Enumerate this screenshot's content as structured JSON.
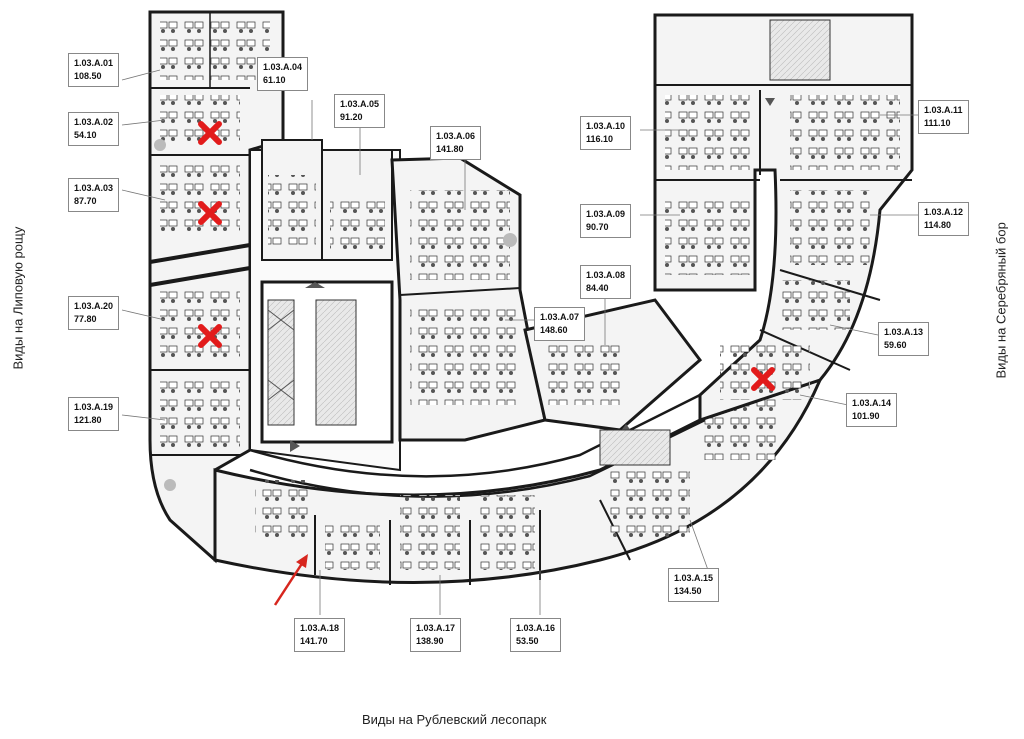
{
  "views": {
    "left": "Виды на Липовую рощу",
    "right": "Виды на Серебряный бор",
    "bottom": "Виды на Рублевский лесопарк"
  },
  "units": [
    {
      "code": "1.03.A.01",
      "area": "108.50",
      "sold": false
    },
    {
      "code": "1.03.A.02",
      "area": "54.10",
      "sold": true
    },
    {
      "code": "1.03.A.03",
      "area": "87.70",
      "sold": true
    },
    {
      "code": "1.03.A.20",
      "area": "77.80",
      "sold": true
    },
    {
      "code": "1.03.A.19",
      "area": "121.80",
      "sold": false
    },
    {
      "code": "1.03.A.04",
      "area": "61.10",
      "sold": false
    },
    {
      "code": "1.03.A.05",
      "area": "91.20",
      "sold": false
    },
    {
      "code": "1.03.A.06",
      "area": "141.80",
      "sold": false
    },
    {
      "code": "1.03.A.07",
      "area": "148.60",
      "sold": false
    },
    {
      "code": "1.03.A.08",
      "area": "84.40",
      "sold": false
    },
    {
      "code": "1.03.A.09",
      "area": "90.70",
      "sold": false
    },
    {
      "code": "1.03.A.10",
      "area": "116.10",
      "sold": false
    },
    {
      "code": "1.03.A.11",
      "area": "111.10",
      "sold": false
    },
    {
      "code": "1.03.A.12",
      "area": "114.80",
      "sold": false
    },
    {
      "code": "1.03.A.13",
      "area": "59.60",
      "sold": false
    },
    {
      "code": "1.03.A.14",
      "area": "101.90",
      "sold": true
    },
    {
      "code": "1.03.A.15",
      "area": "134.50",
      "sold": false
    },
    {
      "code": "1.03.A.16",
      "area": "53.50",
      "sold": false
    },
    {
      "code": "1.03.A.17",
      "area": "138.90",
      "sold": false
    },
    {
      "code": "1.03.A.18",
      "area": "141.70",
      "sold": false
    }
  ],
  "colors": {
    "wall": "#1a1a1a",
    "floor": "#f2f2f2",
    "sold_mark": "#e21b1b",
    "pointer_arrow": "#d7261e"
  },
  "icons": {
    "sold": "red-x-icon",
    "pointer": "red-arrow-icon"
  }
}
